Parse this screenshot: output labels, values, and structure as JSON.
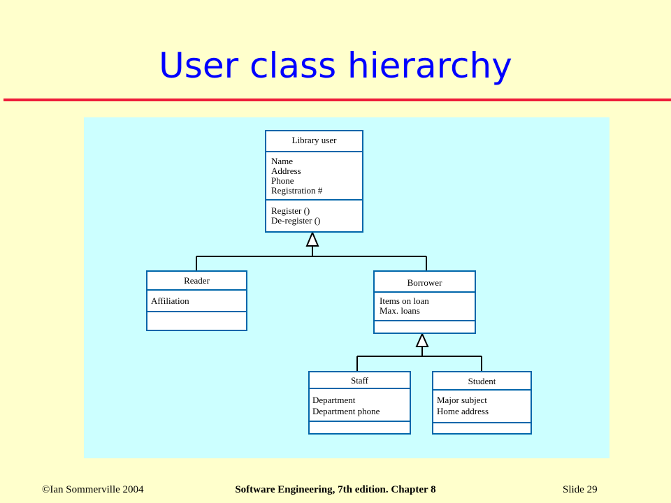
{
  "slide": {
    "title": "User class hierarchy",
    "footer_left": "©Ian Sommerville 2004",
    "footer_center": "Software Engineering, 7th edition. Chapter 8",
    "footer_right": "Slide  29"
  },
  "colors": {
    "background": "#FFFFCC",
    "title": "#0000FF",
    "rule": "#EE1C3A",
    "panel": "#CCFFFF",
    "class_border": "#0066AA"
  },
  "classes": {
    "library_user": {
      "name": "Library user",
      "attributes": [
        "Name",
        "Address",
        "Phone",
        "Registration #"
      ],
      "operations": [
        "Register ()",
        "De-register ()"
      ]
    },
    "reader": {
      "name": "Reader",
      "attributes": [
        "Affiliation"
      ],
      "operations": []
    },
    "borrower": {
      "name": "Borrower",
      "attributes": [
        "Items on loan",
        "Max. loans"
      ],
      "operations": []
    },
    "staff": {
      "name": "Staff",
      "attributes": [
        "Department",
        "Department phone"
      ],
      "operations": []
    },
    "student": {
      "name": "Student",
      "attributes": [
        "Major subject",
        "Home address"
      ],
      "operations": []
    }
  },
  "generalizations": [
    {
      "parent": "Library user",
      "children": [
        "Reader",
        "Borrower"
      ]
    },
    {
      "parent": "Borrower",
      "children": [
        "Staff",
        "Student"
      ]
    }
  ]
}
